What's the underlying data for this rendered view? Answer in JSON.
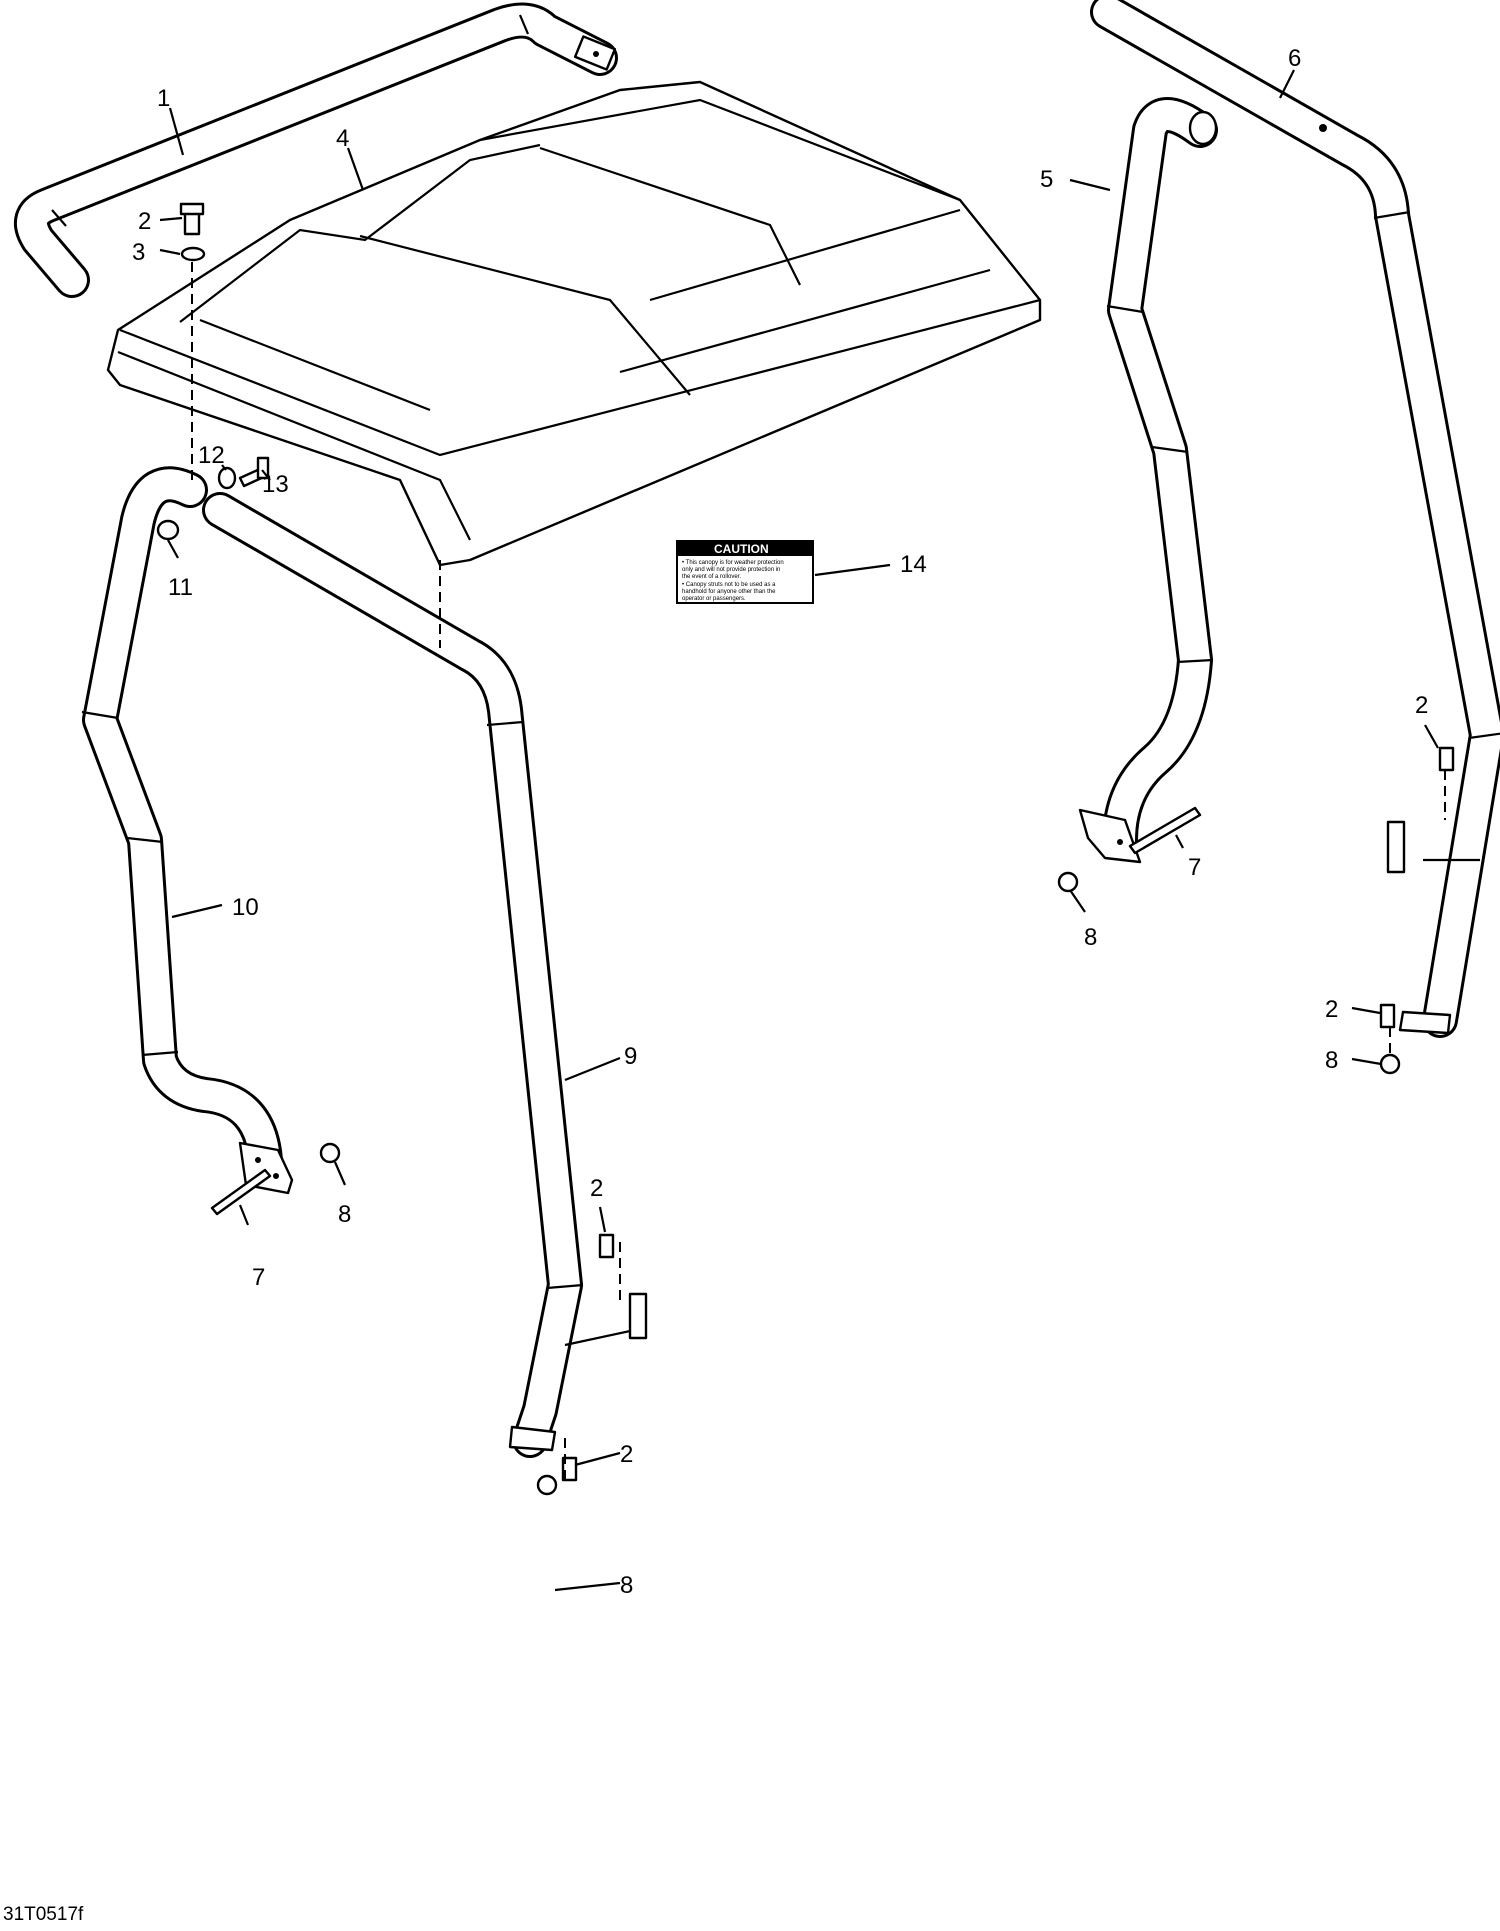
{
  "callouts": {
    "c1": "1",
    "c2a": "2",
    "c2b": "2",
    "c2c": "2",
    "c2d": "2",
    "c2e": "2",
    "c3": "3",
    "c4": "4",
    "c5": "5",
    "c6": "6",
    "c7a": "7",
    "c7b": "7",
    "c8a": "8",
    "c8b": "8",
    "c8c": "8",
    "c8d": "8",
    "c9": "9",
    "c10": "10",
    "c11": "11",
    "c12": "12",
    "c13": "13",
    "c14": "14"
  },
  "caution_label": {
    "title": "CAUTION",
    "line1": "• This canopy is for weather protection",
    "line2": "only and will not provide protection in",
    "line3": "the event of a rollover.",
    "line4": "• Canopy struts not to be used as a",
    "line5": "handhold for anyone other than the",
    "line6": "operator or passengers."
  },
  "diagram_code": "31T0517f"
}
